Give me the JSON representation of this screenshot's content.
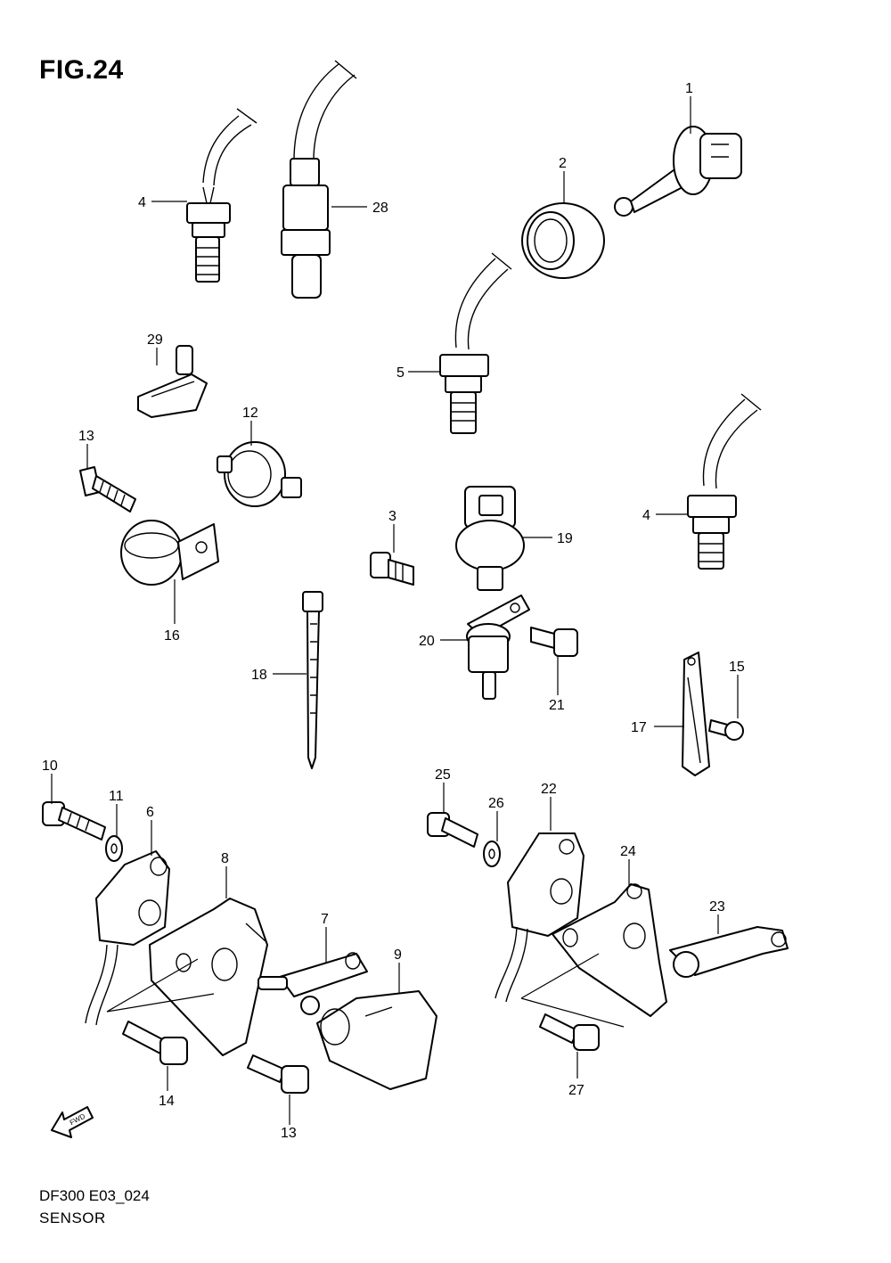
{
  "figure": {
    "title": "FIG.24"
  },
  "footer": {
    "code": "DF300 E03_024",
    "name": "SENSOR"
  },
  "fwd_arrow": {
    "label": "FWD"
  },
  "callouts": [
    "1",
    "2",
    "4",
    "28",
    "4",
    "29",
    "5",
    "12",
    "13",
    "16",
    "3",
    "19",
    "4",
    "18",
    "20",
    "21",
    "15",
    "17",
    "10",
    "11",
    "6",
    "8",
    "7",
    "9",
    "14",
    "13",
    "25",
    "26",
    "22",
    "24",
    "23",
    "27"
  ]
}
